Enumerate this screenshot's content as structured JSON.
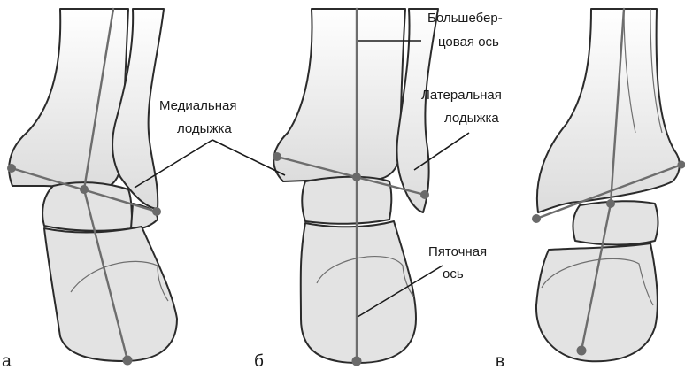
{
  "panels": [
    {
      "letter": "а"
    },
    {
      "letter": "б"
    },
    {
      "letter": "в"
    }
  ],
  "labels": {
    "tibial_axis": [
      "Большебер-",
      "цовая ось"
    ],
    "medial_malleolus": [
      "Медиальная",
      "лодыжка"
    ],
    "lateral_malleolus": [
      "Латеральная",
      "лодыжка"
    ],
    "calcaneal_axis": [
      "Пяточная",
      "ось"
    ]
  },
  "colors": {
    "bone_fill": "#e3e3e3",
    "bone_outline": "#2b2b2b",
    "axis_line": "#6d6d6d",
    "axis_dot": "#6a6a6a"
  }
}
